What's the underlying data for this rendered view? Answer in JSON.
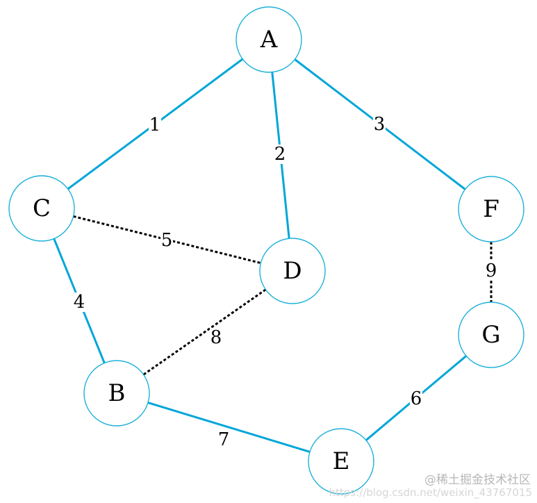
{
  "diagram": {
    "nodes": [
      {
        "id": "A",
        "label": "A"
      },
      {
        "id": "B",
        "label": "B"
      },
      {
        "id": "C",
        "label": "C"
      },
      {
        "id": "D",
        "label": "D"
      },
      {
        "id": "E",
        "label": "E"
      },
      {
        "id": "F",
        "label": "F"
      },
      {
        "id": "G",
        "label": "G"
      }
    ],
    "edges": [
      {
        "from": "A",
        "to": "C",
        "weight": "1",
        "style": "solid"
      },
      {
        "from": "A",
        "to": "D",
        "weight": "2",
        "style": "solid"
      },
      {
        "from": "A",
        "to": "F",
        "weight": "3",
        "style": "solid"
      },
      {
        "from": "C",
        "to": "B",
        "weight": "4",
        "style": "solid"
      },
      {
        "from": "C",
        "to": "D",
        "weight": "5",
        "style": "dashed"
      },
      {
        "from": "G",
        "to": "E",
        "weight": "6",
        "style": "solid"
      },
      {
        "from": "B",
        "to": "E",
        "weight": "7",
        "style": "solid"
      },
      {
        "from": "D",
        "to": "B",
        "weight": "8",
        "style": "dashed"
      },
      {
        "from": "F",
        "to": "G",
        "weight": "9",
        "style": "dashed"
      }
    ],
    "colors": {
      "solid_edge": "#00a6d8",
      "dashed_edge": "#000000",
      "node_border": "#1fb1d9"
    }
  },
  "watermark": {
    "line1": "@稀土掘金技术社区",
    "line2": "https://blog.csdn.net/weixin_43767015"
  }
}
